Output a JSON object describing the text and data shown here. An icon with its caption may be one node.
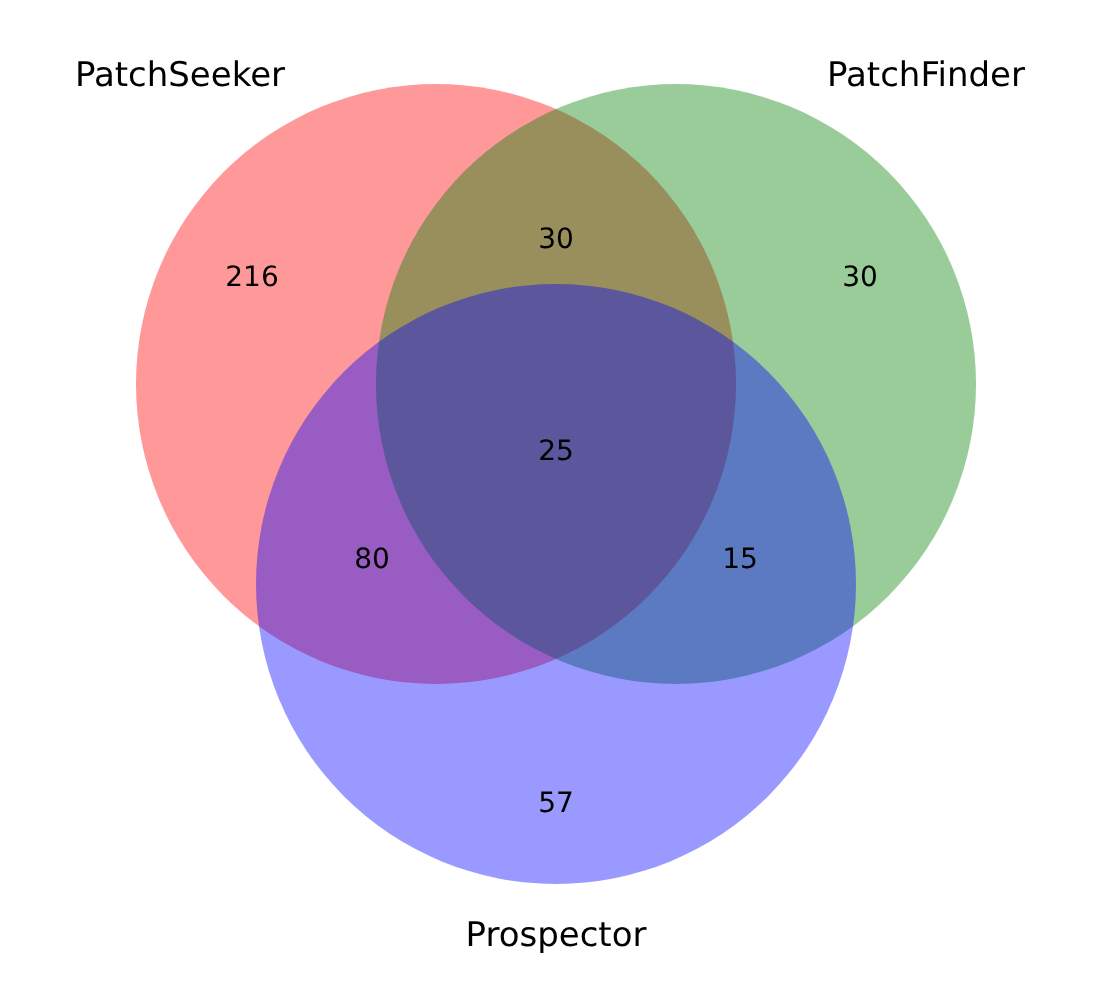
{
  "diagram": {
    "nodes": [
      {
        "text": [
          "PatchSeeker"
        ]
      },
      {
        "text": [
          "PatchFinder"
        ]
      },
      {
        "text": [
          "Prospector"
        ]
      }
    ],
    "labels": [
      "216",
      "30",
      "30",
      "25",
      "80",
      "15",
      "57"
    ]
  }
}
